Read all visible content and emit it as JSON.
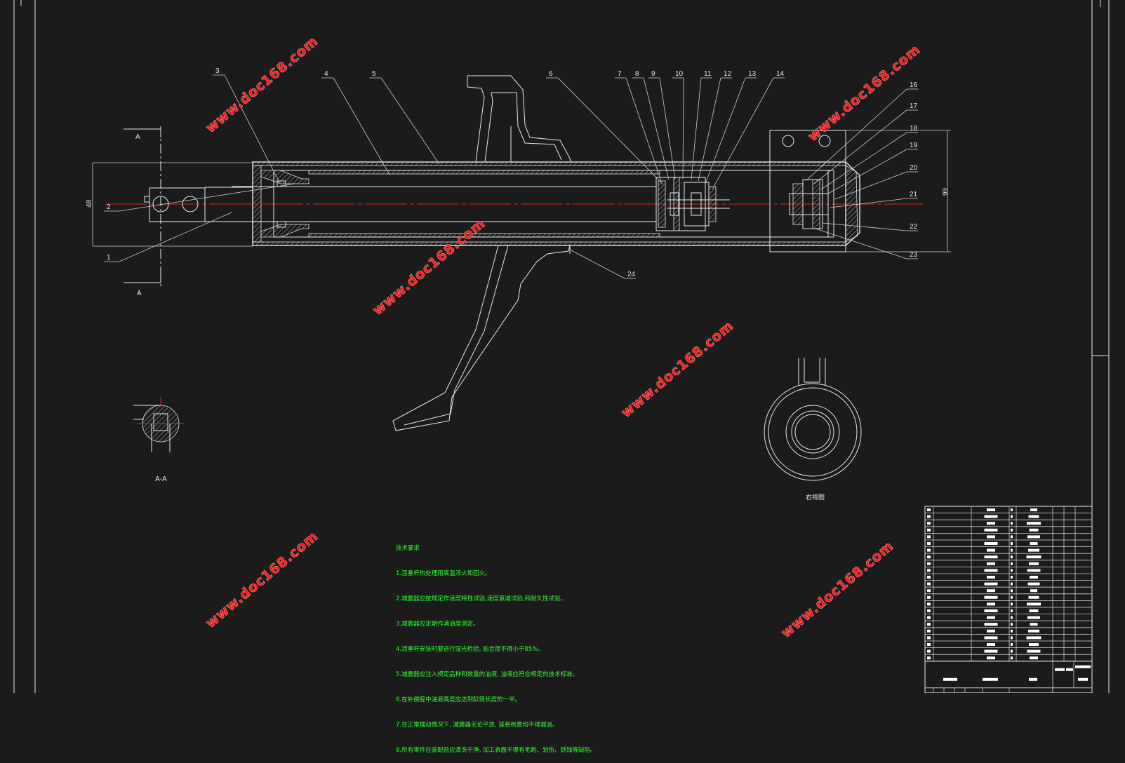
{
  "section_marks": {
    "top": "A",
    "bottom": "A",
    "view_label": "A-A"
  },
  "right_view_label": "右视图",
  "dimensions": {
    "left": "48",
    "right": "66"
  },
  "part_numbers": [
    "1",
    "2",
    "3",
    "4",
    "5",
    "6",
    "7",
    "8",
    "9",
    "10",
    "11",
    "12",
    "13",
    "14",
    "16",
    "17",
    "18",
    "19",
    "20",
    "21",
    "22",
    "23",
    "24"
  ],
  "watermark": "www.doc168.com",
  "tech_requirements": {
    "title": "技术要求",
    "items": [
      "1.活塞杆热处理用高温淬火和回火。",
      "2.减震器应按规定作速度特性试验,速度衰减试验,和耐久性试验。",
      "3.减震器应定期作满油度测定。",
      "4.活塞杆安装时要进行湿光检验, 贴合度不得小于85%。",
      "5.减震器应注入规定品种和数量的油液, 油液应符合规定的技术标准。",
      "6.在补偿腔中油液高度应达到缸筒长度的一半。",
      "7.在正常摆动情况下, 减震器无论平放, 竖悬倒置均不得漏油。",
      "8.所有零件在装配前应清洗干净, 加工表面不得有毛刺、划伤、锈蚀等缺陷。"
    ]
  },
  "colors": {
    "background": "#1b1b1b",
    "lines": "#e8e8e8",
    "centerline": "#e02020",
    "notes": "#33ff33",
    "watermark": "#ff1a1a"
  }
}
